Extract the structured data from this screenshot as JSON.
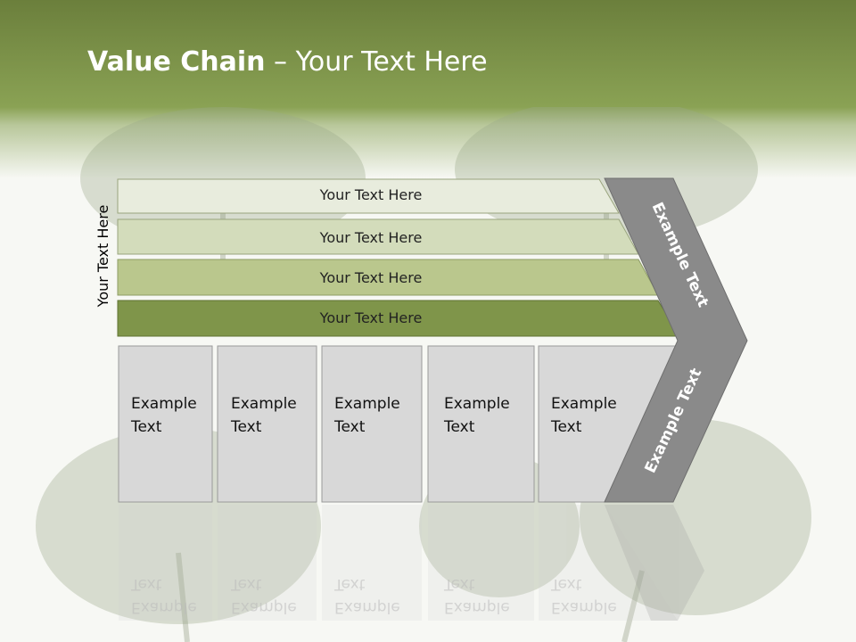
{
  "title": {
    "bold": "Value Chain",
    "rest": " – Your Text Here"
  },
  "side_label": "Your Text Here",
  "bands": [
    "Your Text Here",
    "Your Text Here",
    "Your Text Here",
    "Your Text Here"
  ],
  "columns": [
    {
      "line1": "Example",
      "line2": "Text"
    },
    {
      "line1": "Example",
      "line2": "Text"
    },
    {
      "line1": "Example",
      "line2": "Text"
    },
    {
      "line1": "Example",
      "line2": "Text"
    },
    {
      "line1": "Example",
      "line2": "Text"
    }
  ],
  "chevron": {
    "top": "Example Text",
    "bottom": "Example Text"
  },
  "colors": {
    "header": "#7d9444",
    "band1": "#e8ecdd",
    "band2": "#d3dcbb",
    "band3": "#bac78d",
    "band4": "#7f954a",
    "chevron": "#8a8a8a",
    "column": "#d8d8d8"
  }
}
